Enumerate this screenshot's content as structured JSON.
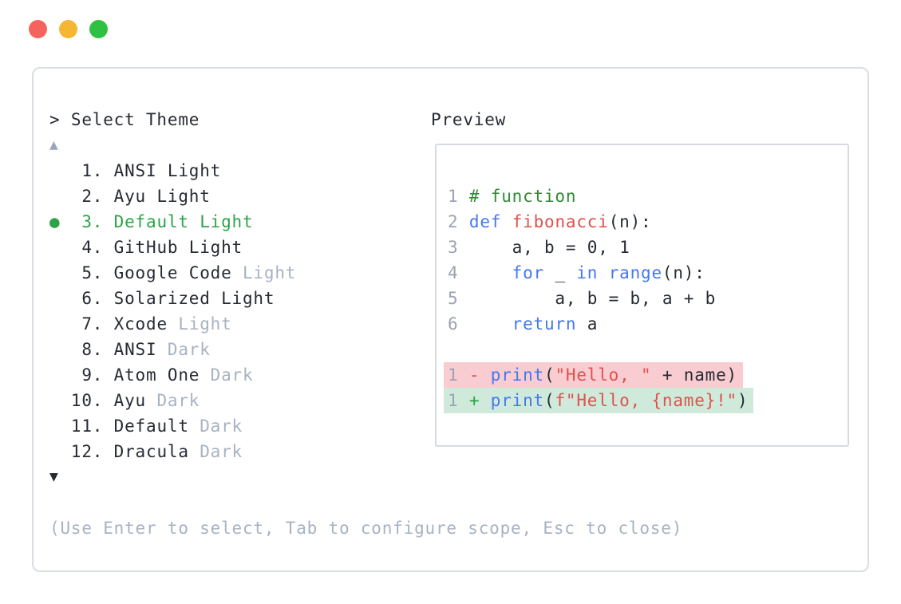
{
  "window": {
    "traffic_lights": [
      {
        "name": "close",
        "color": "#f4645c"
      },
      {
        "name": "minimize",
        "color": "#f5b733"
      },
      {
        "name": "zoom",
        "color": "#2fc144"
      }
    ]
  },
  "theme_picker": {
    "prompt": "> Select Theme",
    "scroll_up_icon": "▲",
    "scroll_down_icon": "▼",
    "selected_bullet": "●",
    "items": [
      {
        "num": "  1. ",
        "name": "ANSI Light",
        "variant": null,
        "selected": false
      },
      {
        "num": "  2. ",
        "name": "Ayu Light",
        "variant": null,
        "selected": false
      },
      {
        "num": "  3. ",
        "name": "Default Light",
        "variant": null,
        "selected": true
      },
      {
        "num": "  4. ",
        "name": "GitHub Light",
        "variant": null,
        "selected": false
      },
      {
        "num": "  5. ",
        "name": "Google Code",
        "variant": "Light",
        "selected": false
      },
      {
        "num": "  6. ",
        "name": "Solarized Light",
        "variant": null,
        "selected": false
      },
      {
        "num": "  7. ",
        "name": "Xcode",
        "variant": "Light",
        "selected": false
      },
      {
        "num": "  8. ",
        "name": "ANSI",
        "variant": "Dark",
        "selected": false
      },
      {
        "num": "  9. ",
        "name": "Atom One",
        "variant": "Dark",
        "selected": false
      },
      {
        "num": " 10. ",
        "name": "Ayu",
        "variant": "Dark",
        "selected": false
      },
      {
        "num": " 11. ",
        "name": "Default",
        "variant": "Dark",
        "selected": false
      },
      {
        "num": " 12. ",
        "name": "Dracula",
        "variant": "Dark",
        "selected": false
      }
    ],
    "hint": "(Use Enter to select, Tab to configure scope, Esc to close)"
  },
  "preview": {
    "title": "Preview",
    "code_lines": [
      {
        "num": "1",
        "diff": null,
        "segments": [
          {
            "t": "# function",
            "c": "comment"
          }
        ]
      },
      {
        "num": "2",
        "diff": null,
        "segments": [
          {
            "t": "def",
            "c": "keyword"
          },
          {
            "t": " ",
            "c": "plain"
          },
          {
            "t": "fibonacci",
            "c": "func"
          },
          {
            "t": "(n):",
            "c": "plain"
          }
        ]
      },
      {
        "num": "3",
        "diff": null,
        "segments": [
          {
            "t": "    a, b = 0, 1",
            "c": "plain"
          }
        ]
      },
      {
        "num": "4",
        "diff": null,
        "segments": [
          {
            "t": "    ",
            "c": "plain"
          },
          {
            "t": "for",
            "c": "keyword"
          },
          {
            "t": " _ ",
            "c": "plain"
          },
          {
            "t": "in",
            "c": "keyword"
          },
          {
            "t": " ",
            "c": "plain"
          },
          {
            "t": "range",
            "c": "keyword"
          },
          {
            "t": "(n):",
            "c": "plain"
          }
        ]
      },
      {
        "num": "5",
        "diff": null,
        "segments": [
          {
            "t": "        a, b = b, a + b",
            "c": "plain"
          }
        ]
      },
      {
        "num": "6",
        "diff": null,
        "segments": [
          {
            "t": "    ",
            "c": "plain"
          },
          {
            "t": "return",
            "c": "keyword"
          },
          {
            "t": " a",
            "c": "plain"
          }
        ]
      },
      {
        "num": "",
        "diff": null,
        "segments": []
      },
      {
        "num": "1",
        "diff": "del",
        "segments": [
          {
            "t": "- ",
            "c": "del"
          },
          {
            "t": "print",
            "c": "keyword"
          },
          {
            "t": "(",
            "c": "plain"
          },
          {
            "t": "\"Hello, \"",
            "c": "string"
          },
          {
            "t": " + name)",
            "c": "plain"
          }
        ]
      },
      {
        "num": "1",
        "diff": "add",
        "segments": [
          {
            "t": "+ ",
            "c": "add"
          },
          {
            "t": "print",
            "c": "keyword"
          },
          {
            "t": "(",
            "c": "plain"
          },
          {
            "t": "f\"Hello, {name}!\"",
            "c": "string"
          },
          {
            "t": ")",
            "c": "plain"
          }
        ]
      }
    ]
  },
  "colors": {
    "selection_green": "#2ca348",
    "keyword_blue": "#4478f0",
    "string_red": "#e0514d",
    "comment_green": "#2e8b34",
    "diff_del_bg": "#f8ccd1",
    "diff_add_bg": "#cfe9da",
    "dim_gray": "#a8b2c1",
    "line_number_gray": "#9aa3b2",
    "panel_border": "#d9dde4",
    "text_dark": "#262b33",
    "traffic_red": "#f4645c",
    "traffic_yellow": "#f5b733",
    "traffic_green": "#2fc144"
  }
}
